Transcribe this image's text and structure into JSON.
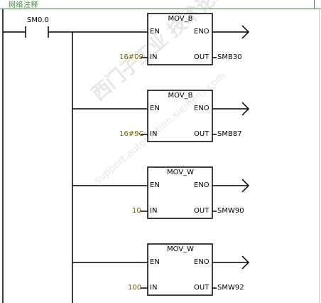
{
  "network": {
    "comment_label": "网络注释"
  },
  "contact": {
    "label": "SM0.0"
  },
  "blocks": [
    {
      "title": "MOV_B",
      "en": "EN",
      "eno": "ENO",
      "in_label": "IN",
      "out_label": "OUT",
      "in_value": "16#09",
      "out_value": "SMB30"
    },
    {
      "title": "MOV_B",
      "en": "EN",
      "eno": "ENO",
      "in_label": "IN",
      "out_label": "OUT",
      "in_value": "16#9C",
      "out_value": "SMB87"
    },
    {
      "title": "MOV_W",
      "en": "EN",
      "eno": "ENO",
      "in_label": "IN",
      "out_label": "OUT",
      "in_value": "10",
      "out_value": "SMW90"
    },
    {
      "title": "MOV_W",
      "en": "EN",
      "eno": "ENO",
      "in_label": "IN",
      "out_label": "OUT",
      "in_value": "100",
      "out_value": "SMW92"
    }
  ],
  "watermark": {
    "text1": "西门子工业 技术论坛",
    "text2": "support.automation.siemens.com"
  },
  "colors": {
    "comment": "#3a8a3a",
    "constant": "#7a6400",
    "wire": "#000000"
  }
}
